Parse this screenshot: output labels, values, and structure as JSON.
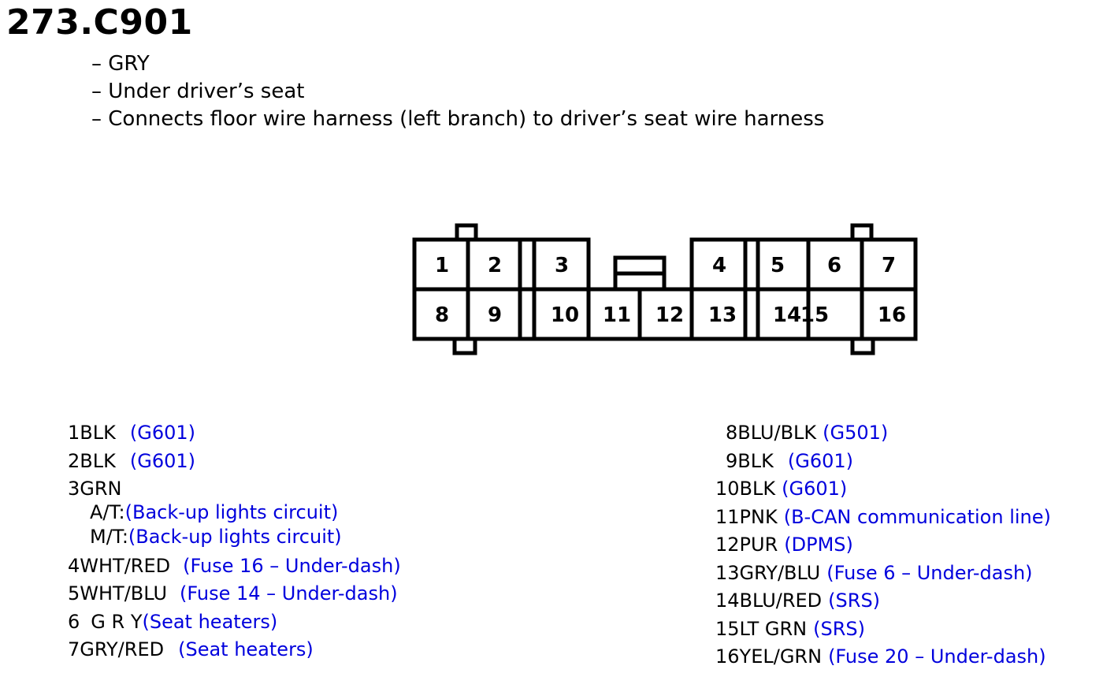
{
  "title": "273.C901",
  "bullets": [
    "– GRY",
    "– Under driver’s seat",
    "– Connects floor wire harness (left branch) to driver’s seat wire harness"
  ],
  "connector": {
    "top_row": [
      "1",
      "2",
      "3",
      "4",
      "5",
      "6",
      "7"
    ],
    "bottom_row": [
      "8",
      "9",
      "10",
      "11",
      "12",
      "13",
      "14",
      "15",
      "16"
    ]
  },
  "pins_left": [
    {
      "pin": "1",
      "wire": "BLK",
      "link": "(G601)"
    },
    {
      "pin": "2",
      "wire": "BLK",
      "link": "(G601)"
    },
    {
      "pin": "3",
      "wire": "GRN",
      "link": ""
    },
    {
      "sub": "A/T:",
      "link": "(Back-up lights circuit)"
    },
    {
      "sub": "M/T:",
      "link": "(Back-up lights circuit)"
    },
    {
      "pin": "4",
      "wire": "WHT/RED",
      "link": "(Fuse 16 – Under-dash)"
    },
    {
      "pin": "5",
      "wire": "WHT/BLU",
      "link": "(Fuse 14 – Under-dash)"
    },
    {
      "pin": "6",
      "wire": "G R Y",
      "link": "(Seat heaters)"
    },
    {
      "pin": "7",
      "wire": "GRY/RED",
      "link": "(Seat heaters)"
    }
  ],
  "pins_right": [
    {
      "pin": "8",
      "wire": "BLU/BLK",
      "link": "(G501)"
    },
    {
      "pin": "9",
      "wire": "BLK",
      "link": "(G601)"
    },
    {
      "pin": "10",
      "wire": "BLK",
      "link": "(G601)"
    },
    {
      "pin": "11",
      "wire": "PNK",
      "link": "(B-CAN communication line)"
    },
    {
      "pin": "12",
      "wire": "PUR",
      "link": "(DPMS)"
    },
    {
      "pin": "13",
      "wire": "GRY/BLU",
      "link": "(Fuse 6 – Under-dash)"
    },
    {
      "pin": "14",
      "wire": "BLU/RED",
      "link": "(SRS)"
    },
    {
      "pin": "15",
      "wire": "LT GRN",
      "link": "(SRS)"
    },
    {
      "pin": "16",
      "wire": "YEL/GRN",
      "link": "(Fuse 20 – Under-dash)"
    }
  ]
}
